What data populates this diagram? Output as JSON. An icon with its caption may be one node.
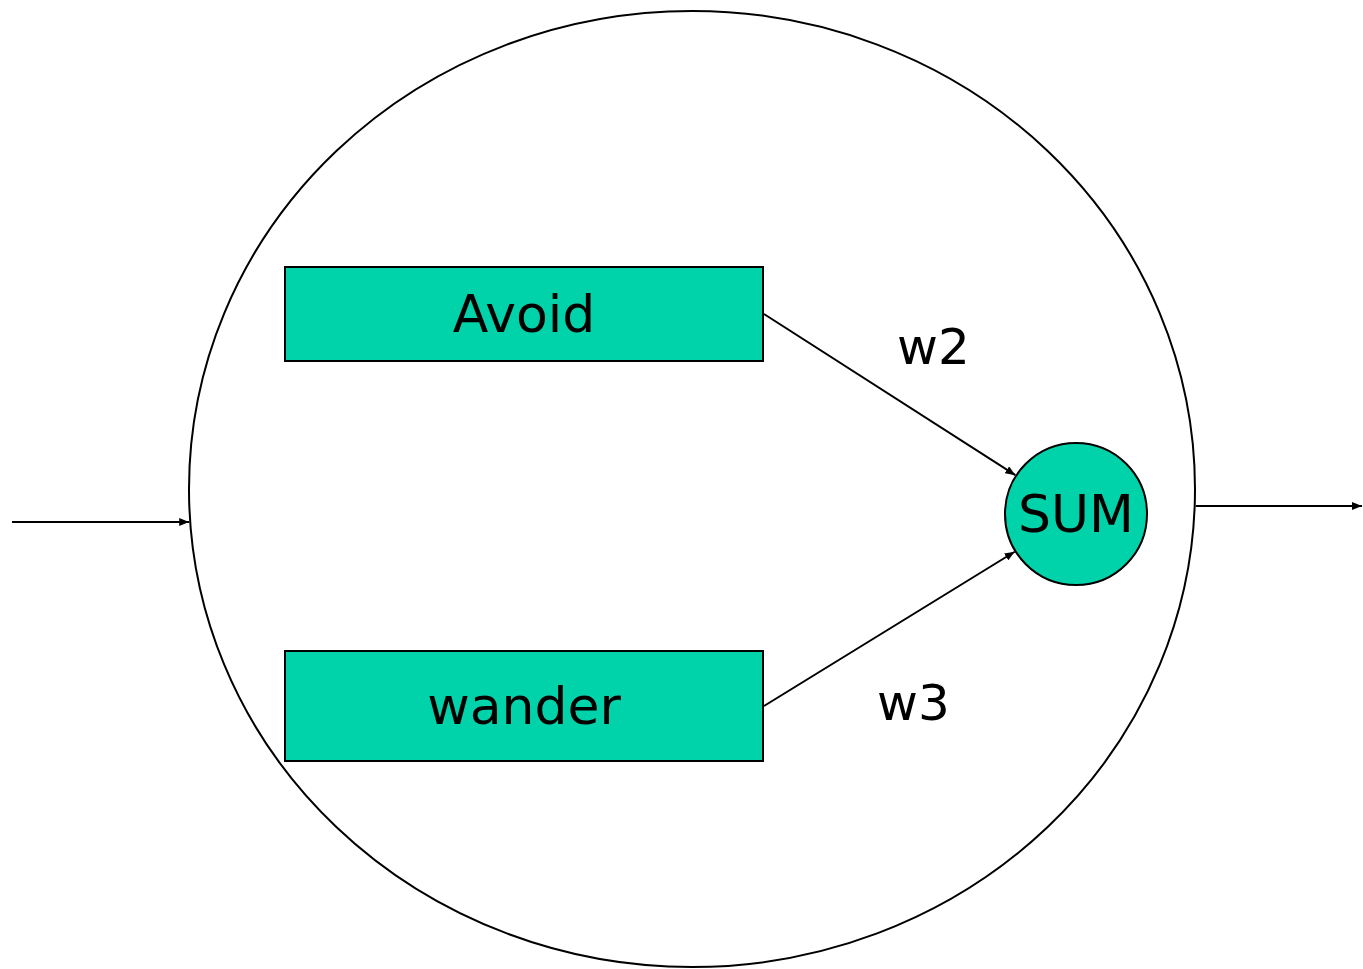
{
  "diagram": {
    "nodes": [
      {
        "text": [],
        "shape": "circle"
      },
      {
        "text": [
          "Avoid"
        ],
        "in": 0
      },
      {
        "text": [
          "wander"
        ],
        "in": 0
      },
      {
        "text": [
          "SUM"
        ],
        "in": 0
      }
    ],
    "edges": [
      {
        "from": null,
        "to": 0,
        "arrow": "to"
      },
      {
        "from": 1,
        "to": 3,
        "arrow": "to",
        "label": "w2"
      },
      {
        "from": 2,
        "to": 3,
        "arrow": "to",
        "label": "w3"
      },
      {
        "from": 0,
        "to": null,
        "arrow": "to"
      }
    ]
  }
}
